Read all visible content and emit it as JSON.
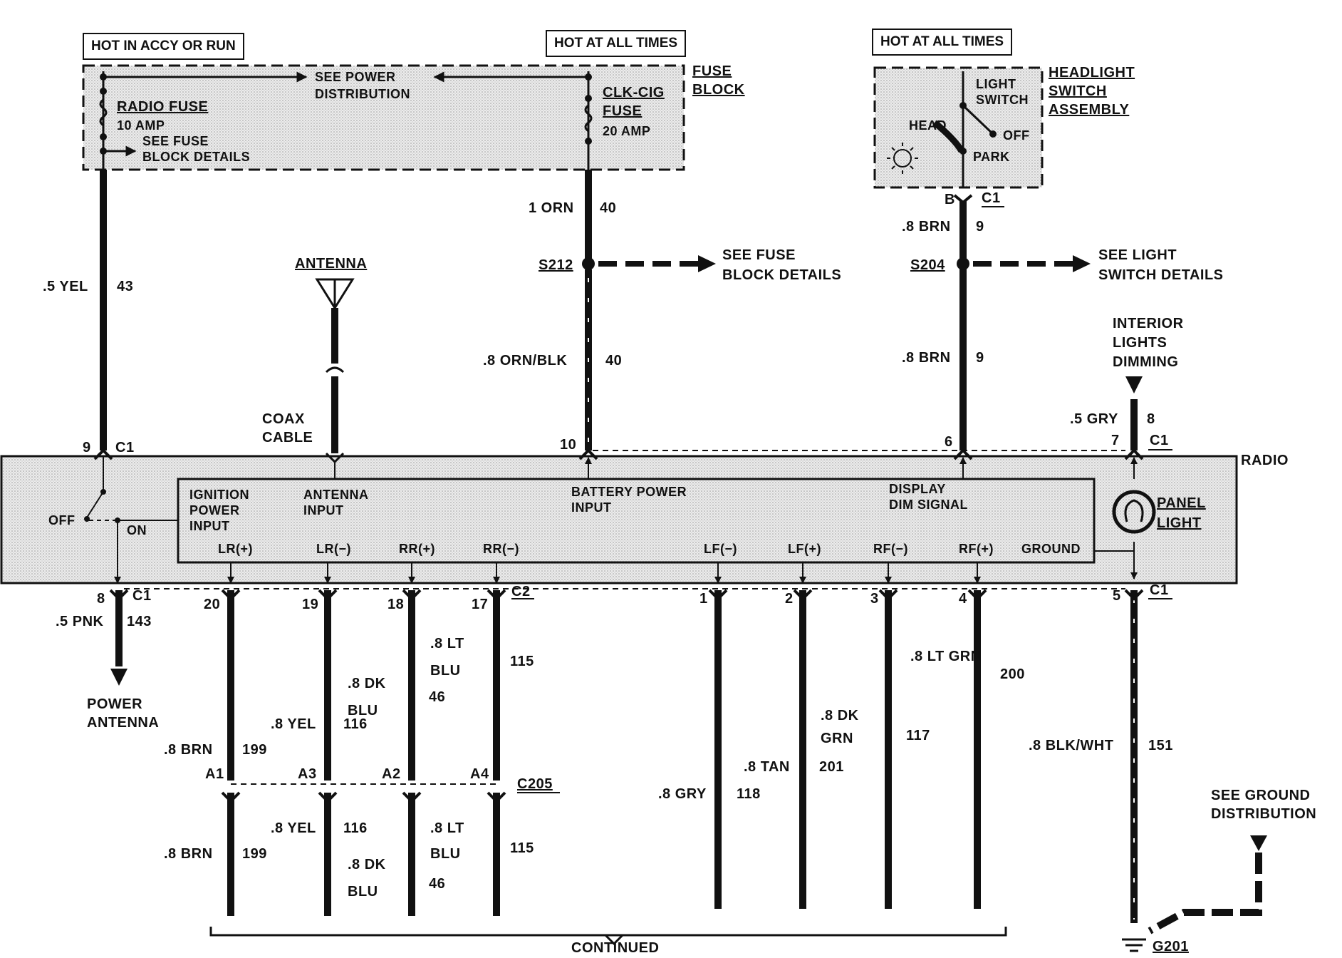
{
  "top_boxes": {
    "hot_accy_run": "HOT IN ACCY OR RUN",
    "hot_all_times_1": "HOT AT ALL TIMES",
    "hot_all_times_2": "HOT AT ALL TIMES"
  },
  "fuse_block": {
    "label": [
      "FUSE",
      "BLOCK"
    ],
    "see_power_distribution": [
      "SEE POWER",
      "DISTRIBUTION"
    ],
    "radio_fuse": "RADIO FUSE",
    "radio_fuse_amp": "10 AMP",
    "see_fuse_block_details": [
      "SEE FUSE",
      "BLOCK DETAILS"
    ],
    "clk_cig": "CLK-CIG",
    "clk_fuse": "FUSE",
    "clk_fuse_amp": "20 AMP"
  },
  "headlight_switch": {
    "label": [
      "HEADLIGHT",
      "SWITCH",
      "ASSEMBLY"
    ],
    "light_switch": [
      "LIGHT",
      "SWITCH"
    ],
    "head": "HEAD",
    "off": "OFF",
    "park": "PARK",
    "pin_b": "B",
    "c1": "C1"
  },
  "wires": {
    "w1": {
      "gauge": ".5 YEL",
      "circuit": "43"
    },
    "w2": {
      "gauge": "1 ORN",
      "circuit": "40"
    },
    "w3": {
      "gauge": ".8 ORN/BLK",
      "circuit": "40"
    },
    "w4": {
      "gauge": ".8 BRN",
      "circuit": "9"
    },
    "w5": {
      "gauge": ".8 BRN",
      "circuit": "9"
    },
    "w6": {
      "gauge": ".5 GRY",
      "circuit": "8"
    },
    "w7": {
      "gauge": ".5 PNK",
      "circuit": "143"
    },
    "w8": {
      "gauge": ".8 BRN",
      "circuit": "199"
    },
    "w9": {
      "gauge": ".8 YEL",
      "circuit": "116"
    },
    "w10": {
      "gauge": ".8 DK BLU",
      "circuit": "46"
    },
    "w11": {
      "gauge": ".8 LT BLU",
      "circuit": "115"
    },
    "w12": {
      "gauge": ".8 GRY",
      "circuit": "118"
    },
    "w13": {
      "gauge": ".8 TAN",
      "circuit": "201"
    },
    "w14": {
      "gauge": ".8 DK GRN",
      "circuit": "117"
    },
    "w15": {
      "gauge": ".8 LT GRN",
      "circuit": "200"
    },
    "w16": {
      "gauge": ".8 BLK/WHT",
      "circuit": "151"
    },
    "w17": {
      "gauge": ".8 BRN",
      "circuit": "199"
    },
    "w18": {
      "gauge": ".8 YEL",
      "circuit": "116"
    },
    "w19": {
      "gauge": ".8 LT BLU",
      "circuit": "115"
    },
    "w20": {
      "gauge": ".8 DK BLU",
      "circuit": "46"
    }
  },
  "splices": {
    "s212": "S212",
    "s212_see": [
      "SEE FUSE",
      "BLOCK DETAILS"
    ],
    "s204": "S204",
    "s204_see": [
      "SEE LIGHT",
      "SWITCH DETAILS"
    ]
  },
  "antenna": {
    "label": "ANTENNA",
    "coax": [
      "COAX",
      "CABLE"
    ]
  },
  "interior_dimming": [
    "INTERIOR",
    "LIGHTS",
    "DIMMING"
  ],
  "radio": {
    "label": "RADIO",
    "ignition_input": [
      "IGNITION",
      "POWER",
      "INPUT"
    ],
    "antenna_input": [
      "ANTENNA",
      "INPUT"
    ],
    "battery_input": [
      "BATTERY POWER",
      "INPUT"
    ],
    "display_dim": [
      "DISPLAY",
      "DIM SIGNAL"
    ],
    "panel_light": [
      "PANEL",
      "LIGHT"
    ],
    "off": "OFF",
    "on": "ON",
    "speakers": [
      "LR(+)",
      "LR(−)",
      "RR(+)",
      "RR(−)",
      "LF(−)",
      "LF(+)",
      "RF(−)",
      "RF(+)",
      "GROUND"
    ]
  },
  "pins": {
    "p9": "9",
    "p10": "10",
    "p6": "6",
    "p7": "7",
    "p8": "8",
    "p20": "20",
    "p19": "19",
    "p18": "18",
    "p17": "17",
    "p1": "1",
    "p2": "2",
    "p3": "3",
    "p4": "4",
    "p5": "5",
    "c1": "C1",
    "c2": "C2"
  },
  "c205": {
    "label": "C205",
    "a1": "A1",
    "a3": "A3",
    "a2": "A2",
    "a4": "A4"
  },
  "power_antenna": [
    "POWER",
    "ANTENNA"
  ],
  "ground": {
    "see": [
      "SEE GROUND",
      "DISTRIBUTION"
    ],
    "g201": "G201"
  },
  "continued": "CONTINUED"
}
